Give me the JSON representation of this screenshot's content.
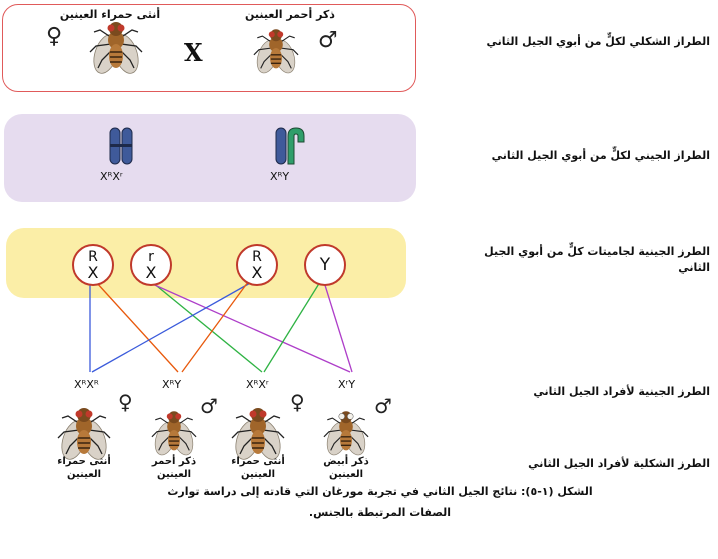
{
  "labels": {
    "row1": "الطراز الشكلي لكلٍّ من أبوي الجيل الثاني",
    "row2": "الطراز الجيني لكلٍّ من أبوي الجيل الثاني",
    "row3": "الطرز الجينية لجاميتات كلٍّ من أبوي الجيل الثاني",
    "row4": "الطرز الجينية لأفراد الجيل الثاني",
    "row5": "الطرز الشكلية لأفراد الجيل الثاني"
  },
  "parents": {
    "female_caption": "أنثى حمراء العينين",
    "male_caption": "ذكر أحمر العينين",
    "cross_symbol": "X",
    "female_symbol": "♀",
    "male_symbol": "♂",
    "female_genotype": "XᴿXʳ",
    "male_genotype": "XᴿY"
  },
  "gametes": [
    {
      "sup": "R",
      "base": "X"
    },
    {
      "sup": "r",
      "base": "X"
    },
    {
      "sup": "R",
      "base": "X"
    },
    {
      "sup": "",
      "base": "Y"
    }
  ],
  "offspring": [
    {
      "genotype": "XᴿXᴿ",
      "symbol": "♀",
      "caption1": "أنثى حمراء",
      "caption2": "العينين"
    },
    {
      "genotype": "XᴿY",
      "symbol": "♂",
      "caption1": "ذكر أحمر",
      "caption2": "العينين"
    },
    {
      "genotype": "XᴿXʳ",
      "symbol": "♀",
      "caption1": "أنثى حمراء",
      "caption2": "العينين"
    },
    {
      "genotype": "XʳY",
      "symbol": "♂",
      "caption1": "ذكر أبيض",
      "caption2": "العينين"
    }
  ],
  "caption": {
    "line1": "الشكل (١-٥): نتائج الجيل الثاني في تجربة مورغان التي قادته إلى دراسة توارث",
    "line2": "الصفات المرتبطة بالجنس."
  },
  "colors": {
    "red_box": "#e05a5a",
    "purple_box": "#e6dcef",
    "yellow_box": "#fbeea7",
    "line_blue": "#3b5bdb",
    "line_orange": "#e8590c",
    "line_green": "#2fb344",
    "line_purple": "#ae3ec9"
  }
}
